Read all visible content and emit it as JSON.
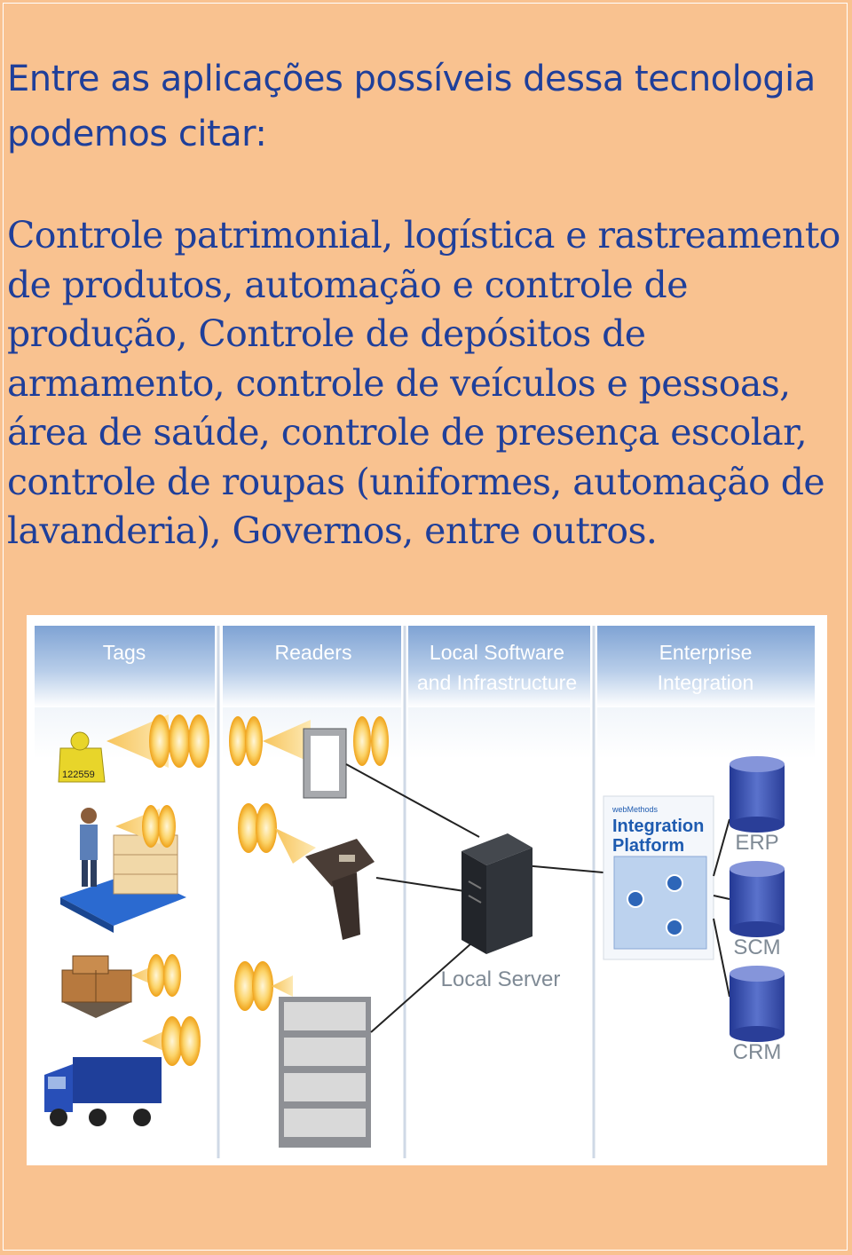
{
  "heading": {
    "lines": [
      "Entre as aplicações possíveis dessa tecnologia",
      "podemos citar:"
    ]
  },
  "body": {
    "lines": [
      "Controle patrimonial, logística e rastreamento",
      "de produtos, automação e controle de",
      "produção, Controle de depósitos de",
      "armamento, controle de veículos e pessoas,",
      "área de saúde, controle de presença escolar,",
      "controle de roupas (uniformes, automação de",
      "lavanderia), Governos, entre outros."
    ]
  },
  "figure": {
    "columns": [
      {
        "lines": [
          "Tags"
        ]
      },
      {
        "lines": [
          "Readers"
        ]
      },
      {
        "lines": [
          "Local Software",
          "and Infrastructure"
        ]
      },
      {
        "lines": [
          "Enterprise",
          "Integration"
        ]
      }
    ],
    "tag_number": "122559",
    "local_server_label": "Local Server",
    "platform": {
      "small": "webMethods",
      "lines": [
        "Integration",
        "Platform"
      ]
    },
    "databases": [
      "ERP",
      "SCM",
      "CRM"
    ],
    "colors": {
      "text": "#1f3f9a",
      "background": "#f9c290",
      "header_blue": "#a9c3e3",
      "wave": "#f6b021",
      "db_blue": "#3a4fae"
    }
  }
}
